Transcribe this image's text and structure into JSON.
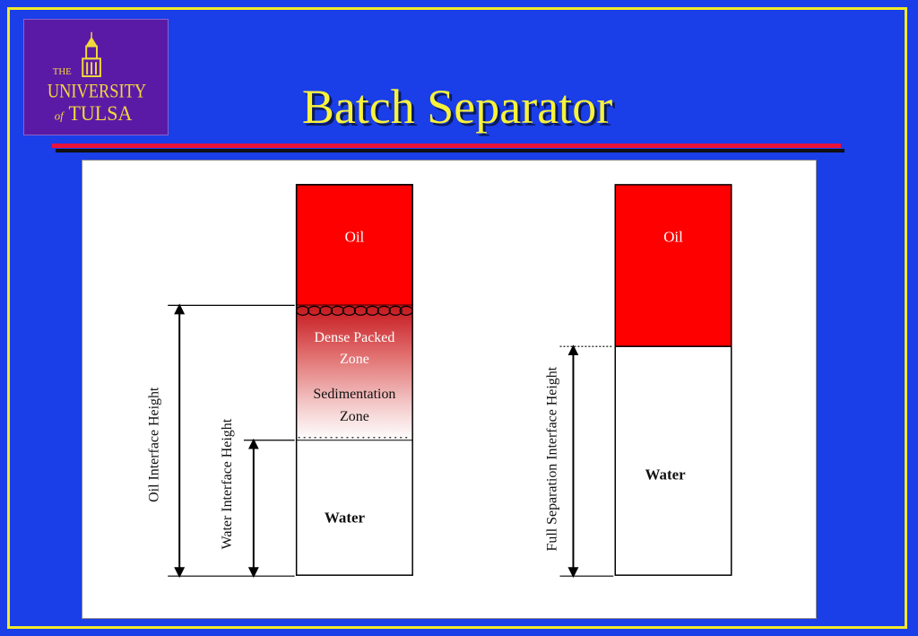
{
  "slide": {
    "title": "Batch Separator",
    "colors": {
      "background": "#1a3ee8",
      "border": "#f2ea2a",
      "title": "#f7f23a",
      "rule_red": "#e8123a",
      "rule_black": "#111111",
      "logo_bg": "#5b1aa6",
      "oil": "#ff0000"
    }
  },
  "logo": {
    "line1": "THE",
    "line2": "UNIVERSITY",
    "line3": "of",
    "line4": "TULSA",
    "icon": "tower-icon"
  },
  "diagram": {
    "left_column": {
      "oil_label": "Oil",
      "dense_label_1": "Dense Packed",
      "dense_label_2": "Zone",
      "sed_label_1": "Sedimentation",
      "sed_label_2": "Zone",
      "water_label": "Water"
    },
    "right_column": {
      "oil_label": "Oil",
      "water_label": "Water"
    },
    "dimensions": {
      "oil_interface": "Oil Interface Height",
      "water_interface": "Water Interface Height",
      "full_separation": "Full Separation Interface Height"
    }
  }
}
